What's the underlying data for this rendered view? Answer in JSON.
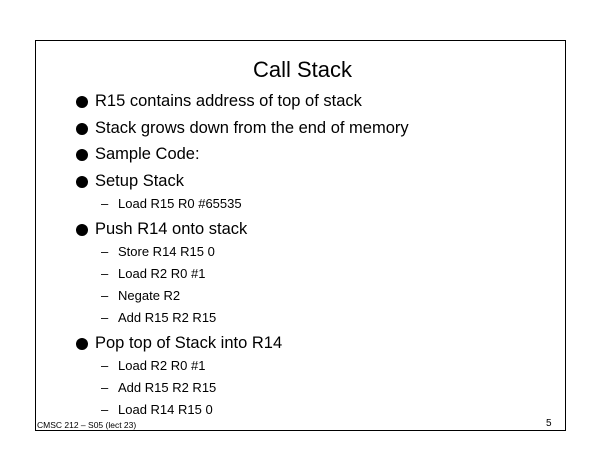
{
  "slide": {
    "title": "Call Stack",
    "items": [
      {
        "level": 1,
        "text": "R15 contains address of top of stack"
      },
      {
        "level": 1,
        "text": "Stack grows down from the end of memory"
      },
      {
        "level": 1,
        "text": "Sample Code:"
      },
      {
        "level": 1,
        "text": "Setup Stack"
      },
      {
        "level": 2,
        "text": "Load R15 R0 #65535"
      },
      {
        "level": 1,
        "text": "Push R14 onto stack"
      },
      {
        "level": 2,
        "text": "Store R14 R15 0"
      },
      {
        "level": 2,
        "text": "Load R2 R0 #1"
      },
      {
        "level": 2,
        "text": "Negate R2"
      },
      {
        "level": 2,
        "text": "Add R15 R2 R15"
      },
      {
        "level": 1,
        "text": "Pop top of Stack into R14"
      },
      {
        "level": 2,
        "text": "Load R2 R0 #1"
      },
      {
        "level": 2,
        "text": "Add R15 R2 R15"
      },
      {
        "level": 2,
        "text": "Load R14 R15 0"
      }
    ],
    "dash_glyph": "–",
    "footer": "CMSC 212 – S05 (lect 23)",
    "page_number": "5"
  }
}
